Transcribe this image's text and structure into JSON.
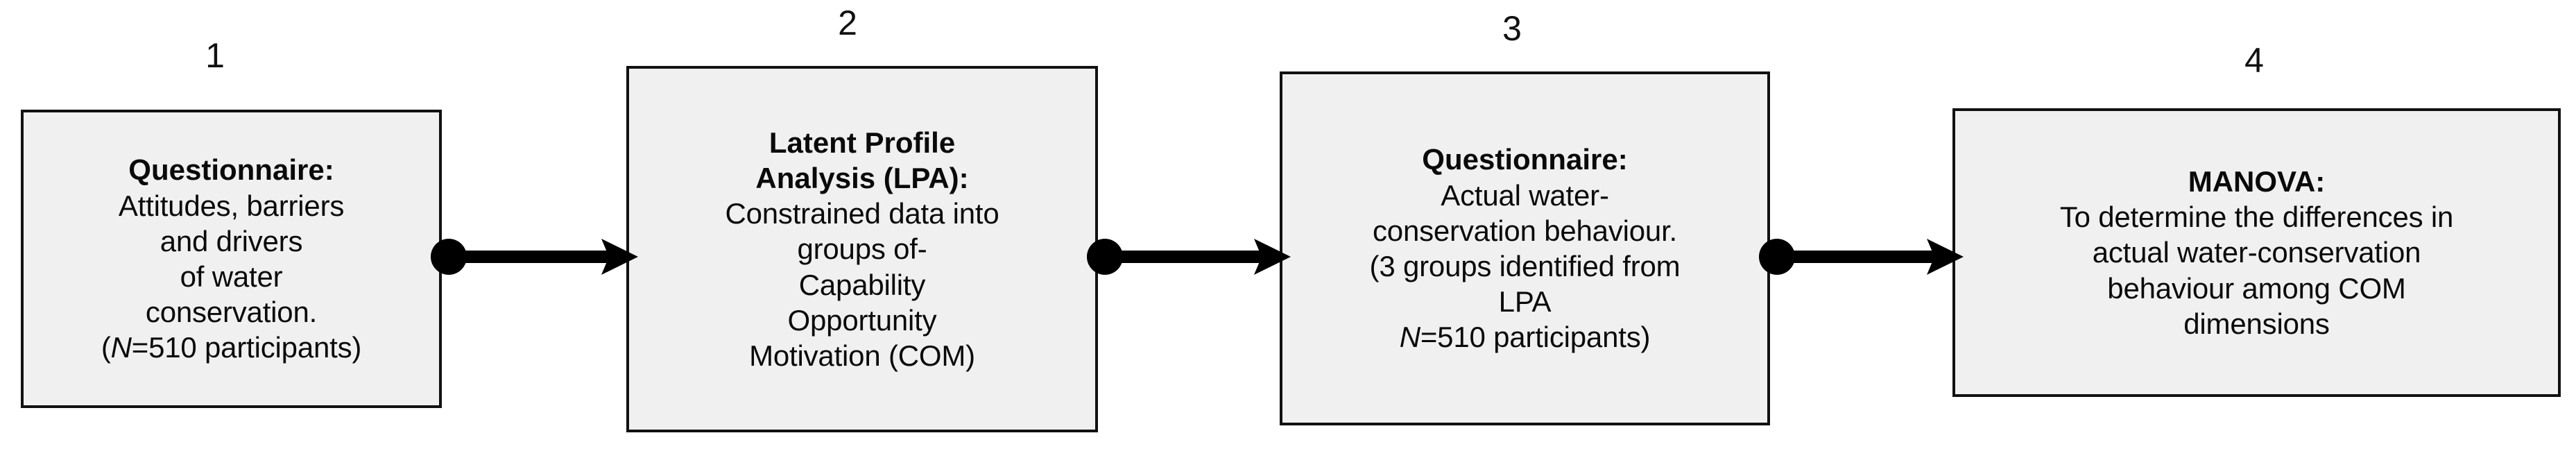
{
  "diagram": {
    "type": "flowchart",
    "orientation": "left-to-right",
    "background_color": "#ffffff",
    "box_fill_color": "#f0f0f0",
    "box_border_color": "#111111",
    "connector_color": "#000000",
    "steps": [
      {
        "number": "1",
        "title": "Questionnaire:",
        "body": "Attitudes, barriers\nand drivers\nof water\nconservation.\n(N=510 participants)",
        "body_lines": [
          "Attitudes, barriers",
          "and drivers",
          "of water",
          "conservation.",
          "(N=510 participants)"
        ]
      },
      {
        "number": "2",
        "title": "Latent Profile\nAnalysis (LPA):",
        "body": "Constrained data into\ngroups of-\nCapability\nOpportunity\nMotivation (COM)",
        "body_lines": [
          "Constrained data into",
          "groups of-",
          "Capability",
          "Opportunity",
          "Motivation (COM)"
        ]
      },
      {
        "number": "3",
        "title": "Questionnaire:",
        "body": "Actual water-\nconservation behaviour.\n(3 groups identified from\nLPA\nN=510 participants)",
        "body_lines": [
          "Actual water-",
          "conservation behaviour.",
          "(3 groups identified from",
          "LPA",
          "N=510 participants)"
        ]
      },
      {
        "number": "4",
        "title": "MANOVA:",
        "body": "To determine the differences in\nactual water-conservation\nbehaviour among COM\ndimensions",
        "body_lines": [
          "To determine the differences in",
          "actual water-conservation",
          "behaviour among COM",
          "dimensions"
        ]
      }
    ],
    "connectors": [
      {
        "id": "connector-1-to-2",
        "from": "1",
        "to": "2",
        "start_marker": "filled-circle",
        "end_marker": "arrowhead"
      },
      {
        "id": "connector-2-to-3",
        "from": "2",
        "to": "3",
        "start_marker": "filled-circle",
        "end_marker": "arrowhead"
      },
      {
        "id": "connector-3-to-4",
        "from": "3",
        "to": "4",
        "start_marker": "filled-circle",
        "end_marker": "arrowhead"
      }
    ]
  }
}
